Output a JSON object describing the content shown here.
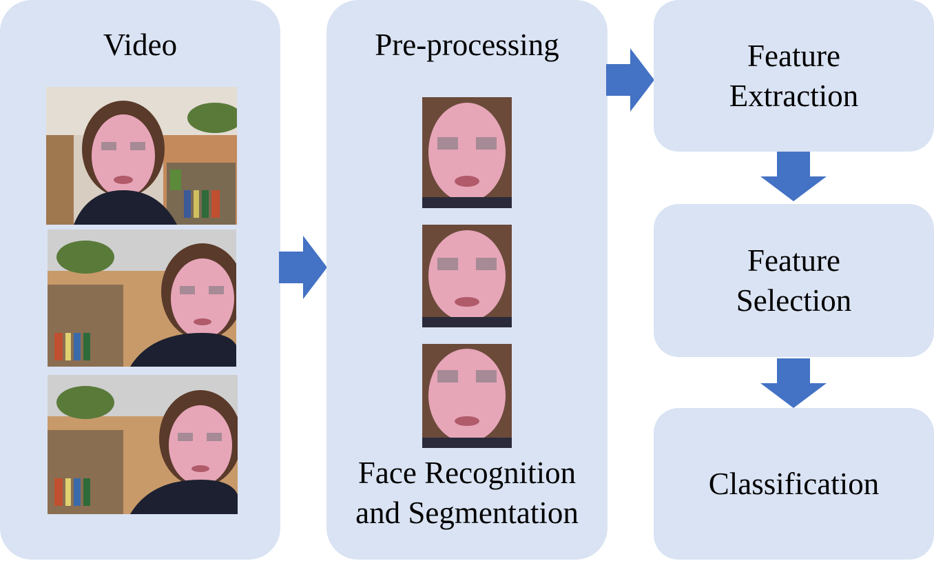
{
  "diagram": {
    "video_panel": {
      "title": "Video",
      "frame_count": 3
    },
    "preprocessing_panel": {
      "title": "Pre-processing",
      "caption": "Face Recognition\nand Segmentation",
      "crop_count": 3
    },
    "steps": [
      {
        "label": "Feature\nExtraction"
      },
      {
        "label": "Feature\nSelection"
      },
      {
        "label": "Classification"
      }
    ],
    "colors": {
      "panel_fill": "#dae3f3",
      "arrow_fill": "#4472c4",
      "text": "#000000"
    }
  }
}
